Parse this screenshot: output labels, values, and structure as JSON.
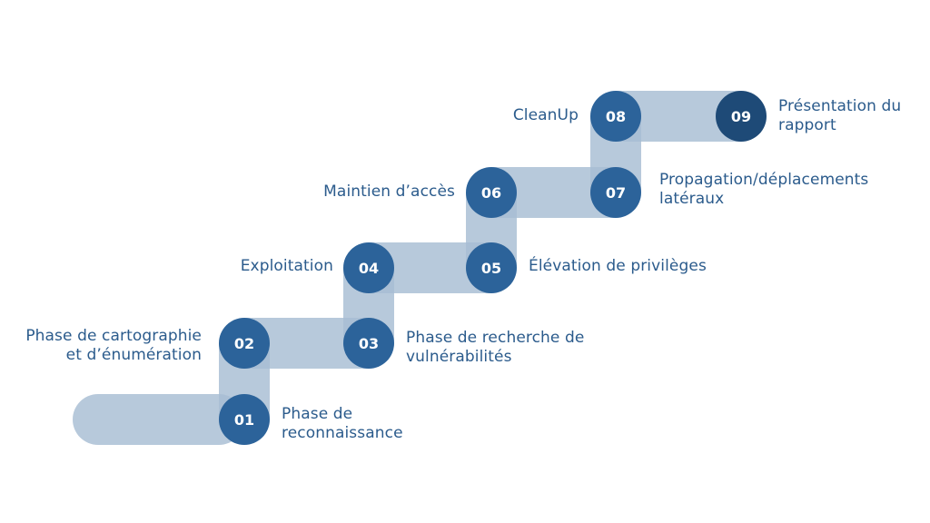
{
  "colors": {
    "band": "#a7bdd3",
    "band_dark": "#8fa6bf",
    "circle": "#2c639a",
    "circle_last": "#1e4a77",
    "label": "#2b5b8c",
    "number_text": "#ffffff"
  },
  "steps": [
    {
      "number": "01",
      "label": "Phase de\nreconnaissance"
    },
    {
      "number": "02",
      "label": "Phase de cartographie\net d’énumération"
    },
    {
      "number": "03",
      "label": "Phase de recherche de\nvulnérabilités"
    },
    {
      "number": "04",
      "label": "Exploitation"
    },
    {
      "number": "05",
      "label": "Élévation de privilèges"
    },
    {
      "number": "06",
      "label": "Maintien d’accès"
    },
    {
      "number": "07",
      "label": "Propagation/déplacements\nlatéraux"
    },
    {
      "number": "08",
      "label": "CleanUp"
    },
    {
      "number": "09",
      "label": "Présentation du\nrapport"
    }
  ]
}
